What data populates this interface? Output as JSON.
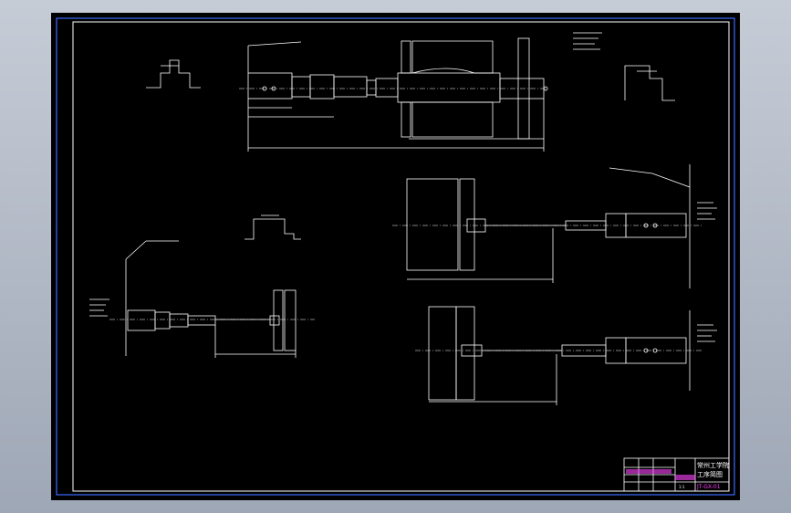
{
  "title_block": {
    "school": "常州工学院",
    "drawing_title": "工序简图",
    "drawing_no": "JT-GX-01",
    "scale": "1:1"
  },
  "colors": {
    "sheet": "#000000",
    "line": "#ffffff",
    "border": "#3a6bff",
    "title_accent": "#ff44ff"
  }
}
